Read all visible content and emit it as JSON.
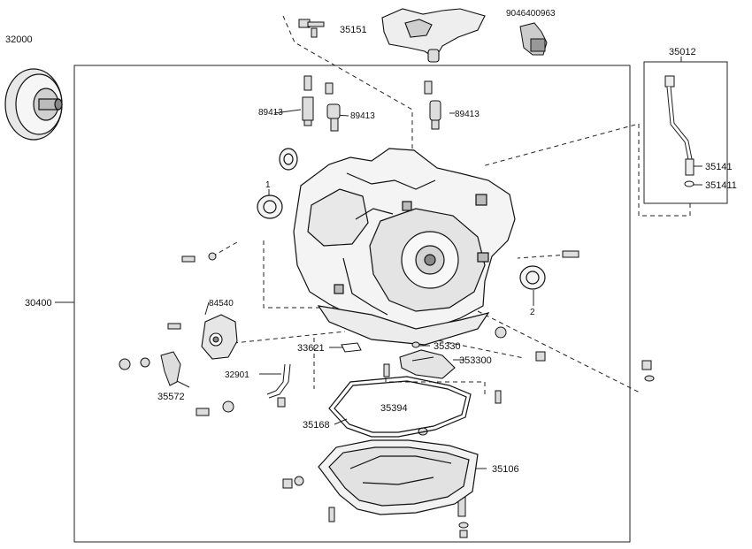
{
  "callouts": {
    "c32000": "32000",
    "c35151": "35151",
    "c9046400963": "9046400963",
    "c35012": "35012",
    "c89413a": "89413",
    "c89413b": "89413",
    "c89413c": "89413",
    "c35141": "35141",
    "c351411": "351411",
    "c1": "1",
    "c2": "2",
    "c30400": "30400",
    "c84540": "84540",
    "c33621": "33621",
    "c35330": "35330",
    "c353300": "353300",
    "c32901": "32901",
    "c35572": "35572",
    "c35394": "35394",
    "c35168": "35168",
    "c35106": "35106"
  },
  "colors": {
    "line": "#111111",
    "background": "#ffffff",
    "part_fill": "#f2f2f2",
    "part_shade": "#bdbdbd"
  }
}
